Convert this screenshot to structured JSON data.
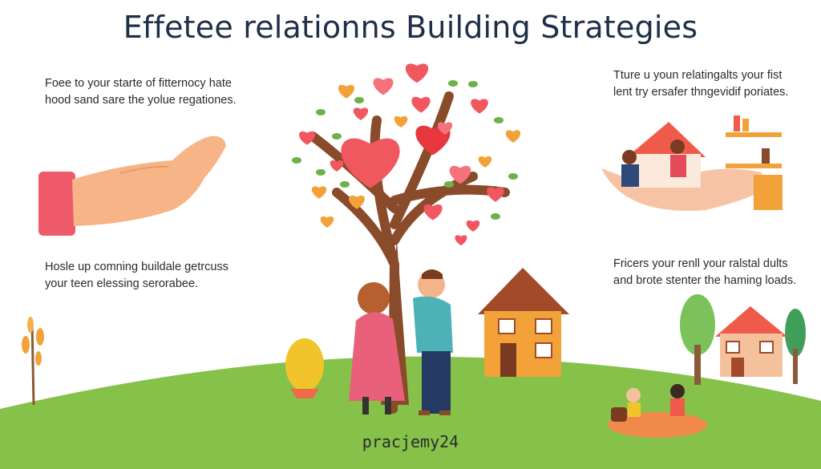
{
  "title": "Effetee relationns Building Strategies",
  "blocks": {
    "top_left": "Foee to your starte of fitternocy hate\nhood sand sare the yolue regationes.",
    "top_right": "Tture u youn relatingalts your fist\nlent try ersafer thngevidif poriates.",
    "bottom_left": "Hosle up comning buildale getrcuss\nyour teen elessing serorabee.",
    "bottom_right": "Fricers your renll your ralstal dults\nand brote stenter the haming loads."
  },
  "brand": "pracjemy24",
  "icons": {
    "hand_left": "open-hand-icon",
    "tree": "heart-tree-icon",
    "couple": "couple-hugging-icon",
    "house_center": "house-icon",
    "home_hand": "hand-holding-home-icon",
    "family": "family-house-icon"
  },
  "colors": {
    "title": "#1f2f48",
    "grass": "#86c24a",
    "heart": "#f0575f",
    "trunk": "#8a4b2a",
    "house": "#f3a23a"
  }
}
